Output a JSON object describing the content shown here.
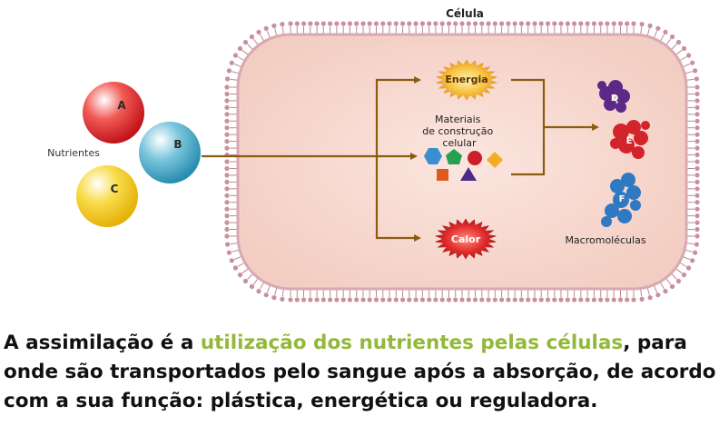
{
  "diagram": {
    "cell_label": "Célula",
    "nutrients_label": "Nutrientes",
    "nutrients": [
      {
        "label": "A",
        "color": "#e0282a"
      },
      {
        "label": "B",
        "color": "#3aa6c8"
      },
      {
        "label": "C",
        "color": "#f2c416"
      }
    ],
    "outputs": {
      "energy": "Energia",
      "materials": [
        "Materiais",
        "de construção",
        "celular"
      ],
      "heat": "Calor"
    },
    "macromolecules_label": "Macromoléculas",
    "macromolecules": [
      {
        "label": "D",
        "color": "#5b2a86"
      },
      {
        "label": "E",
        "color": "#d3232b"
      },
      {
        "label": "F",
        "color": "#2f78c2"
      }
    ],
    "colors": {
      "membrane": "#c98f9e",
      "cytoplasm": "#f6d6cc",
      "arrows": "#8a5c12",
      "energy_burst": "#f0a623",
      "heat_burst": "#cc1f25"
    }
  },
  "caption": {
    "before": "A assimilação é a ",
    "highlight": "utilização dos nutrientes pelas células",
    "after": ", para onde são transportados pelo sangue após a absorção, de acordo com a sua função: plástica, energética ou reguladora."
  }
}
